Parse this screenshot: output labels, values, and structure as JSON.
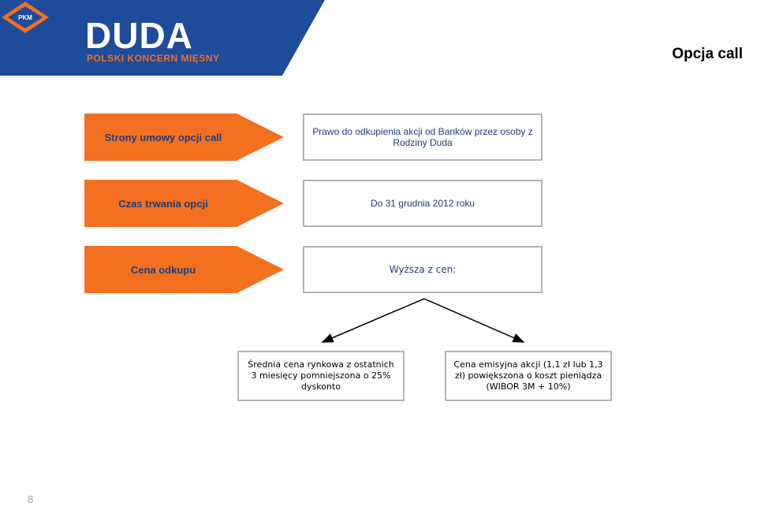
{
  "brand": {
    "name": "DUDA",
    "subtitle": "Polski Koncern Mięsny",
    "badge_text": "PKM"
  },
  "slide": {
    "title": "Opcja call",
    "page_number": "8"
  },
  "rows": [
    {
      "label": "Strony umowy opcji call",
      "value": "Prawo do odkupienia akcji od Banków przez osoby z Rodziny Duda"
    },
    {
      "label": "Czas trwania opcji",
      "value": "Do 31 grudnia 2012 roku"
    },
    {
      "label": "Cena odkupu",
      "value": "Wyższa z cen:"
    }
  ],
  "options": [
    {
      "text": "Średnia cena rynkowa z ostatnich 3 miesięcy pomniejszona o 25% dyskonto"
    },
    {
      "text": "Cena emisyjna akcji (1,1 zł lub 1,3 zł) powiększona o koszt pieniądza (WIBOR 3M + 10%)"
    }
  ],
  "colors": {
    "header_blue": "#1f4b9b",
    "accent_orange": "#f37021",
    "label_text": "#1f3d7a",
    "box_border": "#b3b3b3"
  }
}
